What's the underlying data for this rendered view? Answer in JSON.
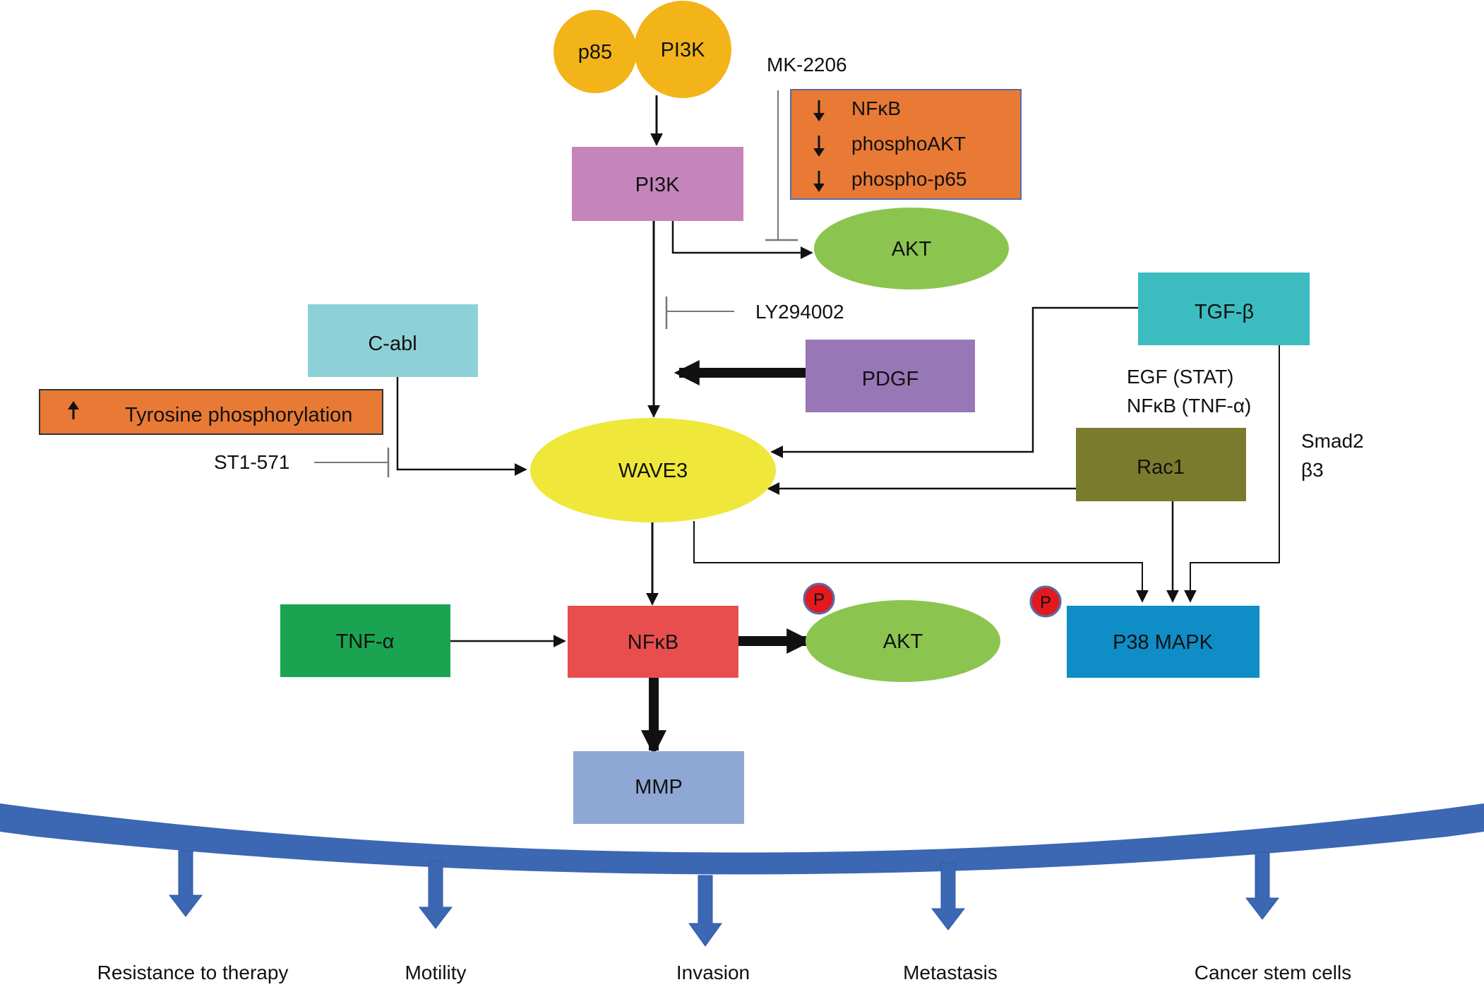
{
  "colors": {
    "p85": "#f2b418",
    "pi3k_circle": "#f2b418",
    "pi3k_box": "#c585bb",
    "akt": "#8bc54f",
    "nfkb_panel": "#e87a35",
    "c_abl": "#8ed0d8",
    "tyrosine_panel": "#e87a35",
    "pdgf": "#9877b6",
    "tgf_beta": "#3cbcc0",
    "wave3": "#efe73a",
    "rac1": "#7b7b2d",
    "tnf_alpha": "#1aa451",
    "nfkb_box": "#e94e4f",
    "p38": "#0e8dc7",
    "mmp": "#8fa7d4",
    "phospho_badge": "#e2191e",
    "outcome_bar": "#3b67b3",
    "arrow": "#111111",
    "inhibitor": "#777777"
  },
  "nodes": {
    "p85": "p85",
    "pi3k_complex": "PI3K",
    "pi3k": "PI3K",
    "akt_top": "AKT",
    "c_abl": "C-abl",
    "pdgf": "PDGF",
    "tgf_beta": "TGF-β",
    "wave3": "WAVE3",
    "rac1": "Rac1",
    "tnf_alpha": "TNF-α",
    "nfkb": "NFκB",
    "akt_bottom": "AKT",
    "p38_mapk": "P38 MAPK",
    "mmp": "MMP",
    "phospho_left": "P",
    "phospho_right": "P"
  },
  "inhibitors": {
    "mk2206": "MK-2206",
    "ly294002": "LY294002",
    "st1571": "ST1-571"
  },
  "mk2206_effects": [
    "NFκB",
    "phosphoAKT",
    "phospho-p65"
  ],
  "cabl_effect": "Tyrosine phosphorylation",
  "labels": {
    "egf_stat": "EGF (STAT)",
    "nfkb_tnf": "NFκB (TNF-α)",
    "smad2": "Smad2",
    "beta3": "β3"
  },
  "outcomes": [
    "Resistance to therapy",
    "Motility",
    "Invasion",
    "Metastasis",
    "Cancer stem cells"
  ]
}
